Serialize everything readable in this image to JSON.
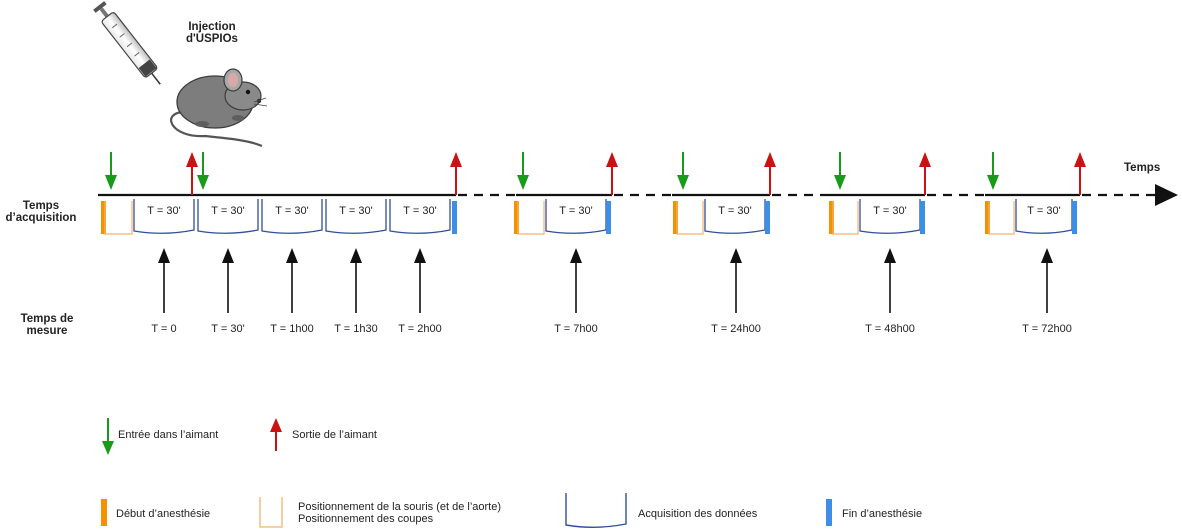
{
  "header": {
    "injection_line1": "Injection",
    "injection_line2": "d'USPIOs",
    "time_axis_label": "Temps"
  },
  "rows": {
    "acquisition_line1": "Temps",
    "acquisition_line2": "d’acquisition",
    "measure_line1": "Temps de",
    "measure_line2": "mesure"
  },
  "acquisition_label": "T = 30'",
  "measurements": [
    "T = 0",
    "T = 30'",
    "T = 1h00",
    "T = 1h30",
    "T = 2h00",
    "T = 7h00",
    "T = 24h00",
    "T = 48h00",
    "T = 72h00"
  ],
  "legend": {
    "enter_magnet": "Entrée dans l’aimant",
    "exit_magnet": "Sortie de l’aimant",
    "anesthesia_start": "Début d’anesthésie",
    "positioning_line1": "Positionnement de la souris (et de l’aorte)",
    "positioning_line2": "Positionnement des coupes",
    "data_acquisition": "Acquisition des données",
    "anesthesia_end": "Fin d’anesthésie"
  },
  "colors": {
    "enter_arrow": "#1a9a1a",
    "exit_arrow": "#cc1111",
    "anesthesia_start": "#f39200",
    "positioning": "#f6b26b",
    "acquisition": "#2f4f9a",
    "anesthesia_end": "#3d8fe6",
    "axis": "#111111"
  },
  "icons": [
    "syringe-icon",
    "mouse-icon"
  ]
}
